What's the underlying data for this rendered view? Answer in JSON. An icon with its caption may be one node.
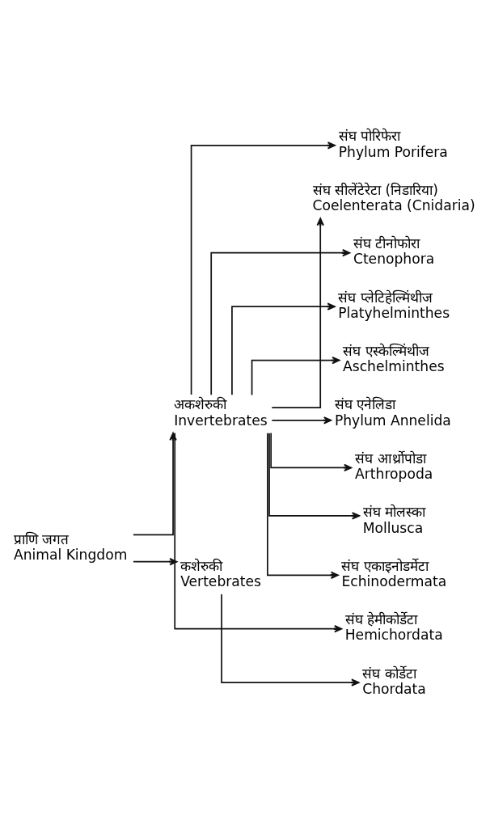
{
  "diagram": {
    "nodes": [
      {
        "text": [
          "प्राणि जगत",
          "Animal Kingdom"
        ]
      },
      {
        "text": [
          "अकशेरुकी",
          "Invertebrates"
        ]
      },
      {
        "text": [
          "कशेरुकी",
          "Vertebrates"
        ]
      },
      {
        "text": [
          "संघ पोरिफेरा",
          "Phylum Porifera"
        ]
      },
      {
        "text": [
          "संघ सीलेंटेरेटा (निडारिया)",
          "Coelenterata (Cnidaria)"
        ]
      },
      {
        "text": [
          "संघ टीनोफोरा",
          "Ctenophora"
        ]
      },
      {
        "text": [
          "संघ प्लेटिहेल्मिंथीज",
          "Platyhelminthes"
        ]
      },
      {
        "text": [
          "संघ एस्केल्मिंथीज",
          "Aschelminthes"
        ]
      },
      {
        "text": [
          "संघ एनेलिडा",
          "Phylum Annelida"
        ]
      },
      {
        "text": [
          "संघ आर्थ्रोपोडा",
          "Arthropoda"
        ]
      },
      {
        "text": [
          "संघ मोलस्का",
          "Mollusca"
        ]
      },
      {
        "text": [
          "संघ एकाइनोडर्मेटा",
          "Echinodermata"
        ]
      },
      {
        "text": [
          "संघ हेमीकोर्डेटा",
          "Hemichordata"
        ]
      },
      {
        "text": [
          "संघ कोर्डेटा",
          "Chordata"
        ]
      }
    ],
    "edges": [
      {
        "from": 0,
        "to": 1,
        "arrow": "to"
      },
      {
        "from": 0,
        "to": 2,
        "arrow": "to"
      },
      {
        "from": 1,
        "to": 3,
        "arrow": "to"
      },
      {
        "from": 1,
        "to": 4,
        "arrow": "to"
      },
      {
        "from": 1,
        "to": 5,
        "arrow": "to"
      },
      {
        "from": 1,
        "to": 6,
        "arrow": "to"
      },
      {
        "from": 1,
        "to": 7,
        "arrow": "to"
      },
      {
        "from": 1,
        "to": 8,
        "arrow": "to"
      },
      {
        "from": 1,
        "to": 9,
        "arrow": "to"
      },
      {
        "from": 1,
        "to": 10,
        "arrow": "to"
      },
      {
        "from": 1,
        "to": 11,
        "arrow": "to"
      },
      {
        "from": 1,
        "to": 12,
        "arrow": "to"
      },
      {
        "from": 2,
        "to": 13,
        "arrow": "to"
      }
    ]
  }
}
